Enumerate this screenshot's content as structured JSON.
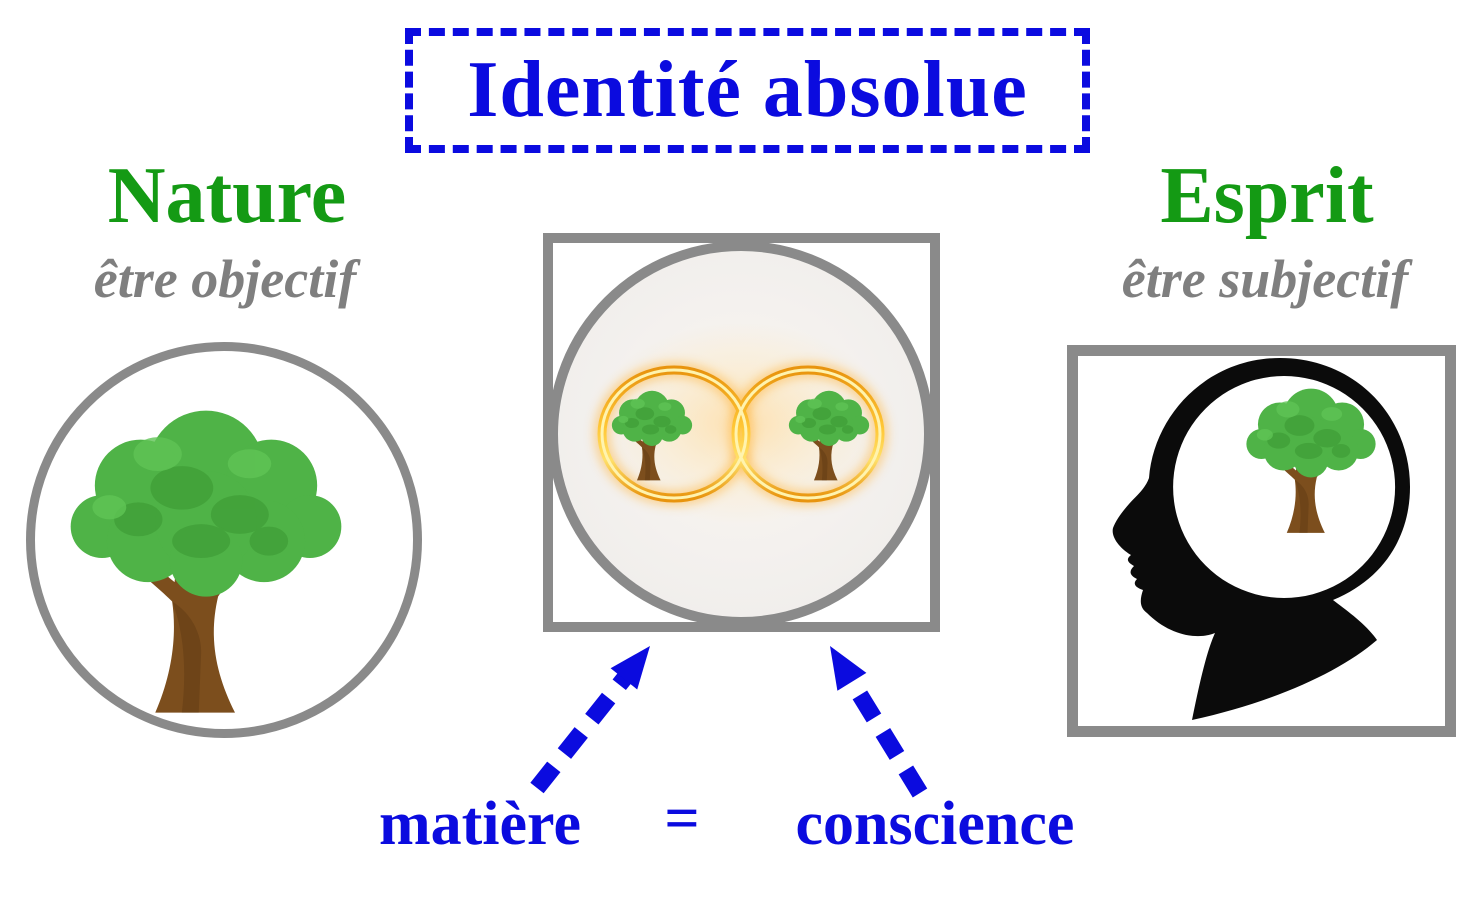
{
  "title": "Identité absolue",
  "nature": {
    "heading": "Nature",
    "subheading": "être objectif"
  },
  "esprit": {
    "heading": "Esprit",
    "subheading": "être subjectif"
  },
  "equation": {
    "lhs": "matière",
    "operator": "=",
    "rhs": "conscience"
  },
  "icons": {
    "nature_circle": "tree-icon",
    "center_symbol": "infinity-icon",
    "center_left_loop": "tree-icon",
    "center_right_loop": "tree-icon",
    "esprit_square": "head-silhouette-icon",
    "brain_content": "tree-icon",
    "arrows": [
      "dashed-arrow-up-icon",
      "dashed-arrow-up-icon"
    ]
  },
  "colors": {
    "blue": "#0b0bdf",
    "green": "#149a14",
    "gray_text": "#7f7f7f",
    "border_gray": "#8a8a8a",
    "gold": "#f2a11b",
    "gold_light": "#ffe06a",
    "canopy_green": "#4fb347",
    "canopy_dark": "#3e9b35",
    "trunk_brown": "#7c4e1d",
    "silhouette_black": "#0b0b0b",
    "circle_fill": "#f2f0ee"
  }
}
